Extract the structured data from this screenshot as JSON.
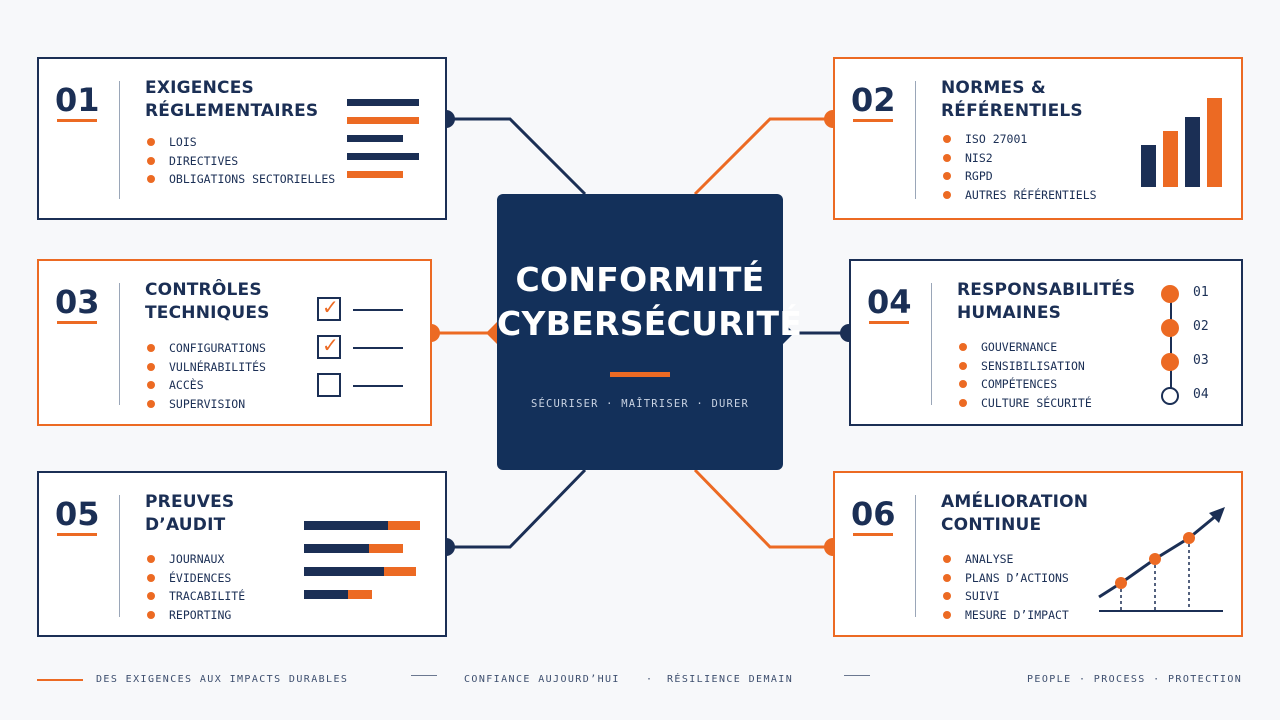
{
  "center": {
    "title_line1": "CONFORMITÉ",
    "title_line2": "CYBERSÉCURITÉ",
    "tagline": "SÉCURISER · MAÎTRISER · DURER"
  },
  "cards": [
    {
      "number": "01",
      "title_line1": "EXIGENCES",
      "title_line2": "RÉGLEMENTAIRES",
      "border": "navy",
      "items": [
        "LOIS",
        "DIRECTIVES",
        "OBLIGATIONS SECTORIELLES"
      ],
      "visual": "horizontal-bars"
    },
    {
      "number": "02",
      "title_line1": "NORMES &",
      "title_line2": "RÉFÉRENTIELS",
      "border": "orange",
      "items": [
        "ISO 27001",
        "NIS2",
        "RGPD",
        "AUTRES RÉFÉRENTIELS"
      ],
      "visual": "rising-bar-chart"
    },
    {
      "number": "03",
      "title_line1": "CONTRÔLES",
      "title_line2": "TECHNIQUES",
      "border": "orange",
      "items": [
        "CONFIGURATIONS",
        "VULNÉRABILITÉS",
        "ACCÈS",
        "SUPERVISION"
      ],
      "visual": "checklist",
      "checklist_checked": [
        true,
        true,
        false
      ]
    },
    {
      "number": "04",
      "title_line1": "RESPONSABILITÉS",
      "title_line2": "HUMAINES",
      "border": "navy",
      "items": [
        "GOUVERNANCE",
        "SENSIBILISATION",
        "COMPÉTENCES",
        "CULTURE SÉCURITÉ"
      ],
      "visual": "timeline",
      "timeline_labels": [
        "01",
        "02",
        "03",
        "04"
      ],
      "timeline_filled": [
        true,
        true,
        true,
        false
      ]
    },
    {
      "number": "05",
      "title_line1": "PREUVES",
      "title_line2": "D’AUDIT",
      "border": "navy",
      "items": [
        "JOURNAUX",
        "ÉVIDENCES",
        "TRACABILITÉ",
        "REPORTING"
      ],
      "visual": "stacked-bars"
    },
    {
      "number": "06",
      "title_line1": "AMÉLIORATION",
      "title_line2": "CONTINUE",
      "border": "orange",
      "items": [
        "ANALYSE",
        "PLANS D’ACTIONS",
        "SUIVI",
        "MESURE D’IMPACT"
      ],
      "visual": "trend-arrow"
    }
  ],
  "footer": {
    "left": "DES EXIGENCES AUX IMPACTS DURABLES",
    "center_a": "CONFIANCE AUJOURD’HUI",
    "center_sep": "·",
    "center_b": "RÉSILIENCE DEMAIN",
    "right": "PEOPLE · PROCESS · PROTECTION"
  },
  "colors": {
    "navy": "#13305a",
    "orange": "#ec6a23",
    "background": "#f7f8fa"
  },
  "icons": [
    "horizontal-bars-icon",
    "bar-chart-icon",
    "checklist-icon",
    "timeline-icon",
    "progress-bars-icon",
    "trend-arrow-icon"
  ]
}
